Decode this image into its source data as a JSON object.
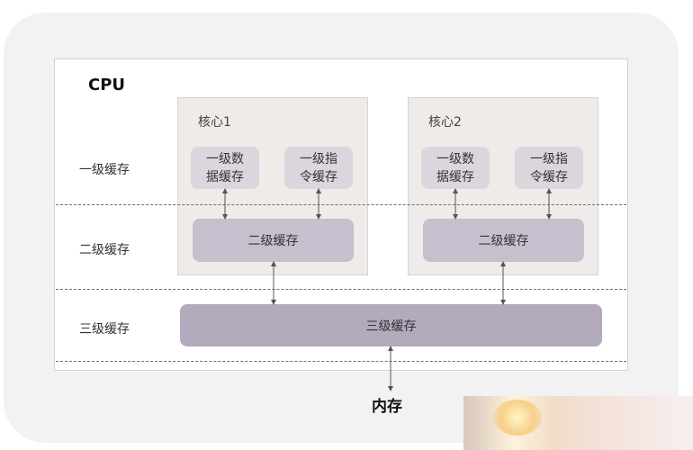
{
  "cpu": {
    "label": "CPU"
  },
  "levels": {
    "l1": "一级缓存",
    "l2": "二级缓存",
    "l3": "三级缓存"
  },
  "cores": [
    {
      "title": "核心1",
      "l1_data": [
        "一级数",
        "据缓存"
      ],
      "l1_inst": [
        "一级指",
        "令缓存"
      ],
      "l2": "二级缓存"
    },
    {
      "title": "核心2",
      "l1_data": [
        "一级数",
        "据缓存"
      ],
      "l1_inst": [
        "一级指",
        "令缓存"
      ],
      "l2": "二级缓存"
    }
  ],
  "l3_cache": "三级缓存",
  "memory": "内存",
  "colors": {
    "outer_bg": "#f2f2f2",
    "core_bg": "#efebe8",
    "l1_bg": "#dbd6de",
    "l2_bg": "#c6bfcd",
    "l3_bg": "#b3aabd",
    "dash": "#6f6f6f"
  }
}
